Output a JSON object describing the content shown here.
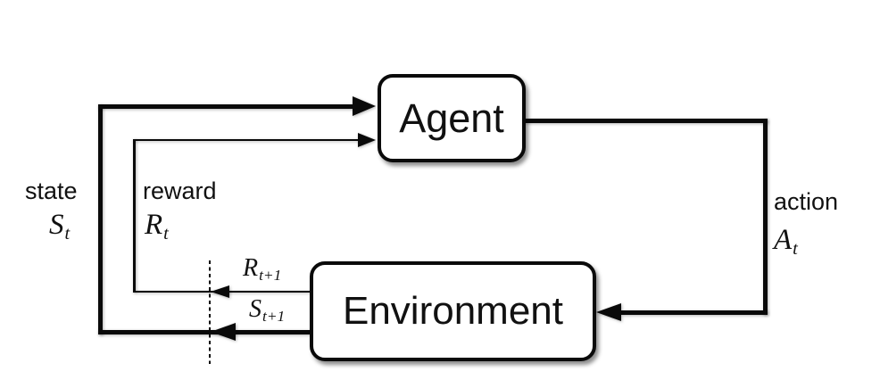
{
  "nodes": {
    "agent": {
      "label": "Agent"
    },
    "environment": {
      "label": "Environment"
    }
  },
  "signals": {
    "state": {
      "word": "state",
      "symbol": "S",
      "subscript": "t"
    },
    "reward": {
      "word": "reward",
      "symbol": "R",
      "subscript": "t"
    },
    "action": {
      "word": "action",
      "symbol": "A",
      "subscript": "t"
    },
    "next_reward": {
      "symbol": "R",
      "subscript": "t+1"
    },
    "next_state": {
      "symbol": "S",
      "subscript": "t+1"
    }
  },
  "colors": {
    "line": "#0a0a0a",
    "box_fill": "#ffffff",
    "background": "#ffffff"
  }
}
